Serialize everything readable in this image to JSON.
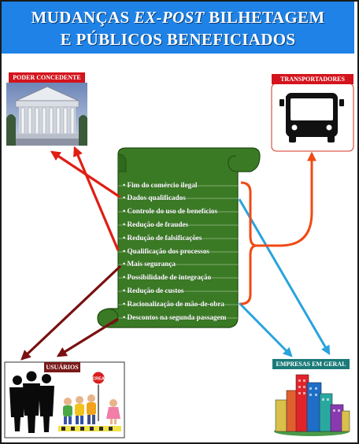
{
  "title": {
    "line1_part1": "MUDANÇAS ",
    "line1_emphasis": "EX-POST",
    "line1_part2": " BILHETAGEM",
    "line2": "E PÚBLICOS BENEFICIADOS"
  },
  "groups": {
    "poder_concedente": "PODER CONCEDENTE",
    "transportadores": "TRANSPORTADORES",
    "usuarios": "USUÁRIOS",
    "empresas": "EMPRESAS EM GERAL"
  },
  "sign_text": "CREA",
  "benefits": [
    "Fim do comércio ilegal",
    "Dados qualificados",
    "Controle do uso de benefícios",
    "Redução de fraudes",
    "Redução de falsificações",
    "Qualificação dos processos",
    "Mais segurança",
    "Possibilidade de integração",
    "Redução de custos",
    "Racionalização de mão-de-obra",
    "Descontos na segunda passagem"
  ],
  "colors": {
    "banner": "#1e82e6",
    "scroll": "#3a7a24",
    "red_arrow": "#e01e14",
    "dark_red_arrow": "#7a1010",
    "cyan_arrow": "#29a3dc",
    "orange_bracket": "#f04a14",
    "label_red": "#d4141c",
    "label_maroon": "#7a1a1a",
    "label_teal": "#1a7a78"
  },
  "icons": {
    "poder_concedente": "government-building-icon",
    "transportadores": "bus-icon",
    "usuarios": "people-icon",
    "empresas": "city-buildings-icon"
  }
}
